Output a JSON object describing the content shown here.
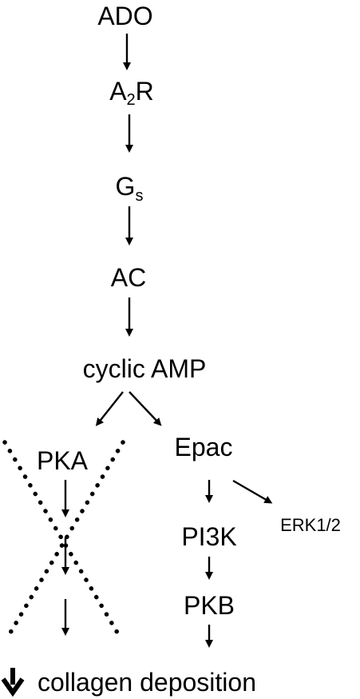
{
  "nodes": {
    "ado": "ADO",
    "a2r_prefix": "A",
    "a2r_sub": "2",
    "a2r_suffix": "R",
    "gs_prefix": "G",
    "gs_sub": "s",
    "ac": "AC",
    "camp": "cyclic AMP",
    "pka": "PKA",
    "epac": "Epac",
    "erk": "ERK1/2",
    "pi3k": "PI3K",
    "pkb": "PKB",
    "outcome": "collagen deposition"
  },
  "icons": {
    "arrow": "down-arrow-icon",
    "blocked_pathway": "dotted-x-icon",
    "decrease": "bold-down-arrow-icon"
  },
  "colors": {
    "ink": "#000000",
    "background": "#ffffff"
  }
}
